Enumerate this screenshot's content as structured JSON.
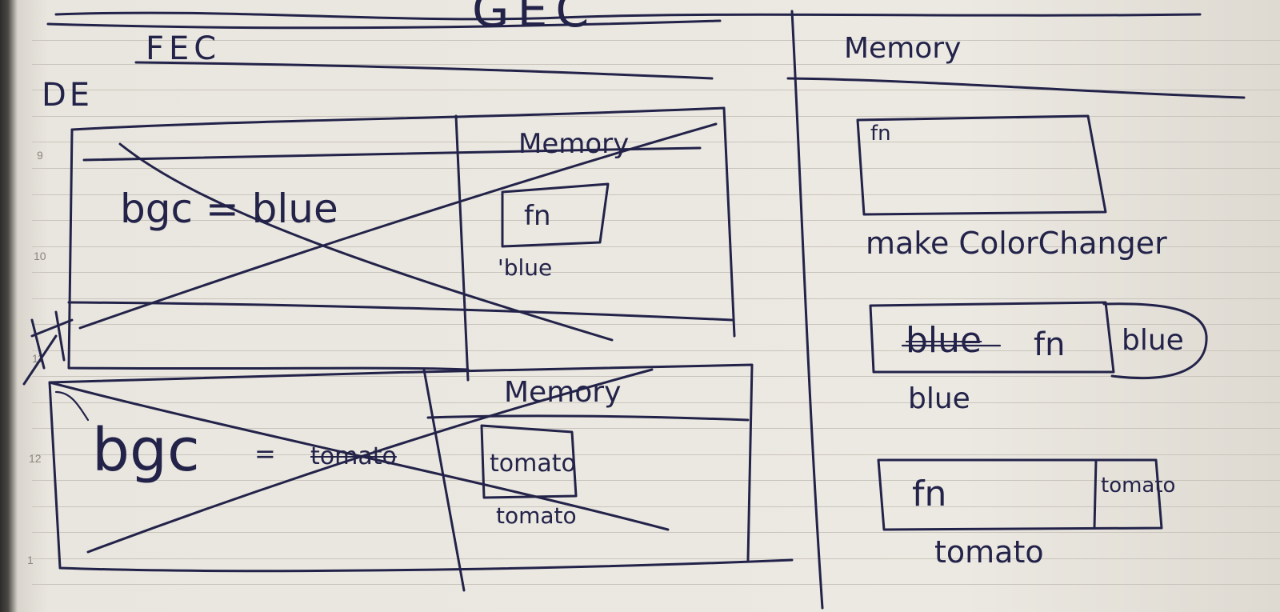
{
  "margin_numbers": [
    "9",
    "10",
    "11",
    "12",
    "1"
  ],
  "header": {
    "top_left": "GEC",
    "fec": "FEC",
    "de": "DE",
    "right_memory": "Memory"
  },
  "frame_1": {
    "code": "bgc = blue",
    "memory_title": "Memory",
    "memory_box": "fn",
    "memory_value": "'blue"
  },
  "frame_2": {
    "code_var": "bgc",
    "code_value": "tomato",
    "memory_title": "Memory",
    "memory_box": "tomato",
    "memory_value": "tomato"
  },
  "right_panel": {
    "box_label": "fn",
    "caption": "make ColorChanger",
    "blue_box_struck": "blue",
    "blue_box_fn": "fn",
    "blue_bubble": "blue",
    "blue_below": "blue",
    "tomato_box_fn": "fn",
    "tomato_bubble": "tomato",
    "tomato_below": "tomato"
  }
}
